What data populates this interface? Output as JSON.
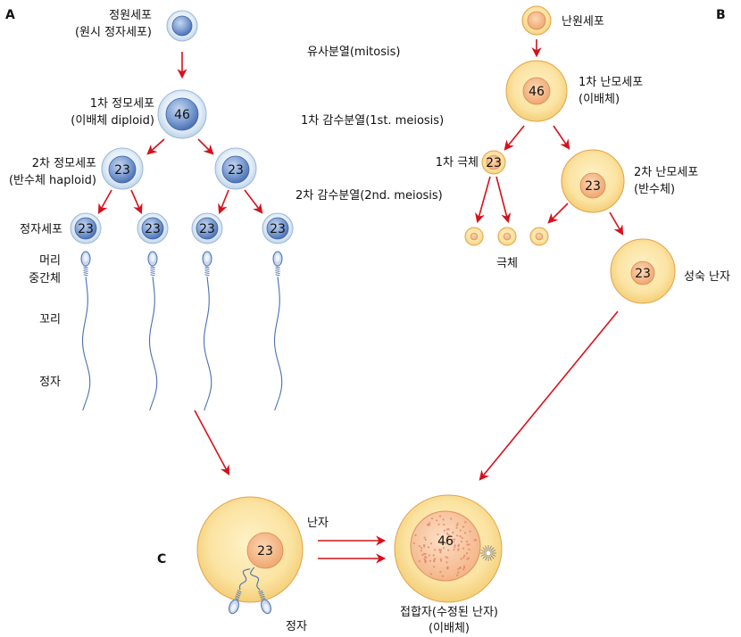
{
  "sections": {
    "a": "A",
    "b": "B",
    "c": "C"
  },
  "spermatogenesis": {
    "spermatogonium": "정원세포",
    "spermatogonium_alt": "(원시 정자세포)",
    "primary": "1차 정모세포",
    "primary_note": "(이배체 diploid)",
    "primary_num": "46",
    "secondary": "2차 정모세포",
    "secondary_note": "(반수체 haploid)",
    "secondary_num": "23",
    "spermatid": "정자세포",
    "spermatid_num": "23",
    "head": "머리",
    "midpiece": "중간체",
    "tail": "꼬리",
    "sperm": "정자"
  },
  "oogenesis": {
    "oogonium": "난원세포",
    "primary": "1차 난모세포",
    "primary_note": "(이배체)",
    "primary_num": "46",
    "first_polar": "1차 극체",
    "first_polar_num": "23",
    "secondary": "2차 난모세포",
    "secondary_note": "(반수체)",
    "secondary_num": "23",
    "polar_bodies": "극체",
    "mature": "성숙 난자",
    "mature_num": "23"
  },
  "divisions": {
    "mitosis": "유사분열(mitosis)",
    "meiosis1": "1차 감수분열(1st. meiosis)",
    "meiosis2": "2차 감수분열(2nd. meiosis)"
  },
  "fertilization": {
    "egg": "난자",
    "egg_num": "23",
    "sperm": "정자",
    "zygote": "접합자(수정된 난자)",
    "zygote_note": "(이배체)",
    "zygote_num": "46"
  },
  "colors": {
    "arrow": "#d6111c",
    "sperm_cell_outer": "#d9e8f5",
    "sperm_nucleus": "#6f92cc",
    "egg_outer": "#f7d98a",
    "egg_nucleus": "#f2b07a",
    "egg_outline": "#e3a24a"
  }
}
